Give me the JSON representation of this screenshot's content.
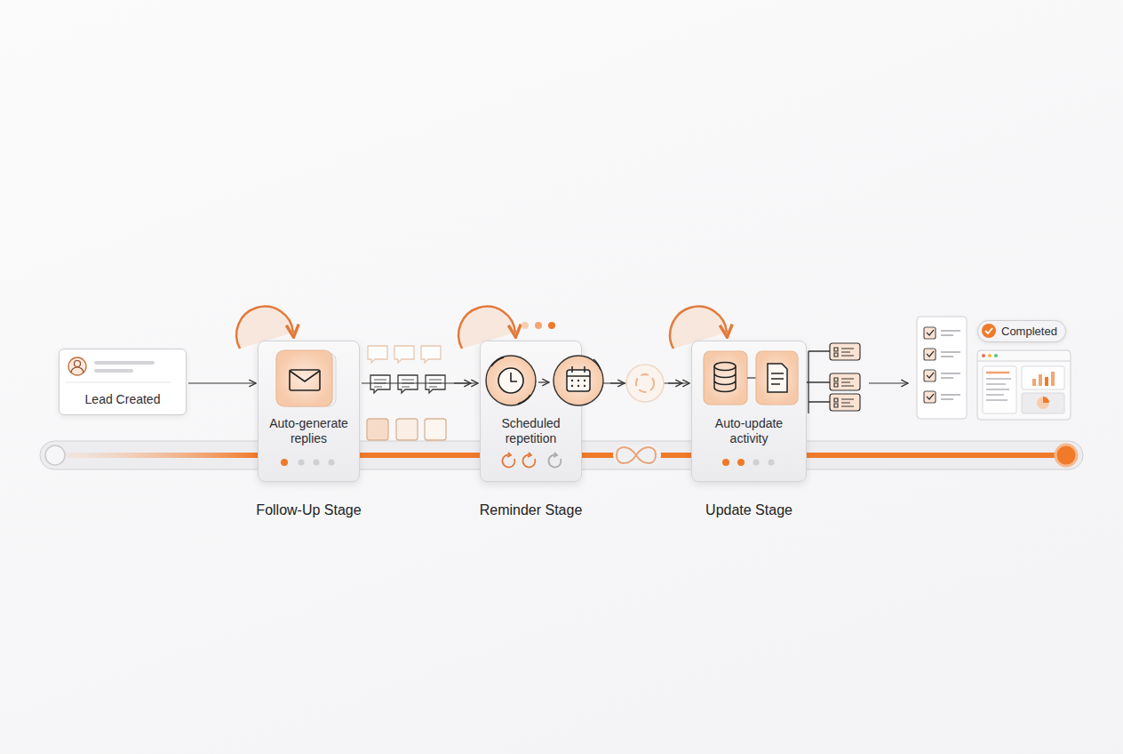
{
  "diagram": {
    "nodes": [
      {
        "text": [
          "Lead Created"
        ]
      },
      {
        "text": [
          "Auto-generate replies",
          "Follow-Up Stage"
        ]
      },
      {
        "text": [
          "Scheduled repetition",
          "Reminder Stage"
        ]
      },
      {
        "text": [
          "Auto-update activity",
          "Update Stage"
        ]
      },
      {
        "text": [
          "Completed"
        ]
      }
    ],
    "edges": [
      {
        "from": 0,
        "to": 1,
        "arrow": "to"
      },
      {
        "from": 1,
        "to": 2,
        "arrow": "to"
      },
      {
        "from": 2,
        "to": 3,
        "arrow": "to"
      }
    ]
  }
}
